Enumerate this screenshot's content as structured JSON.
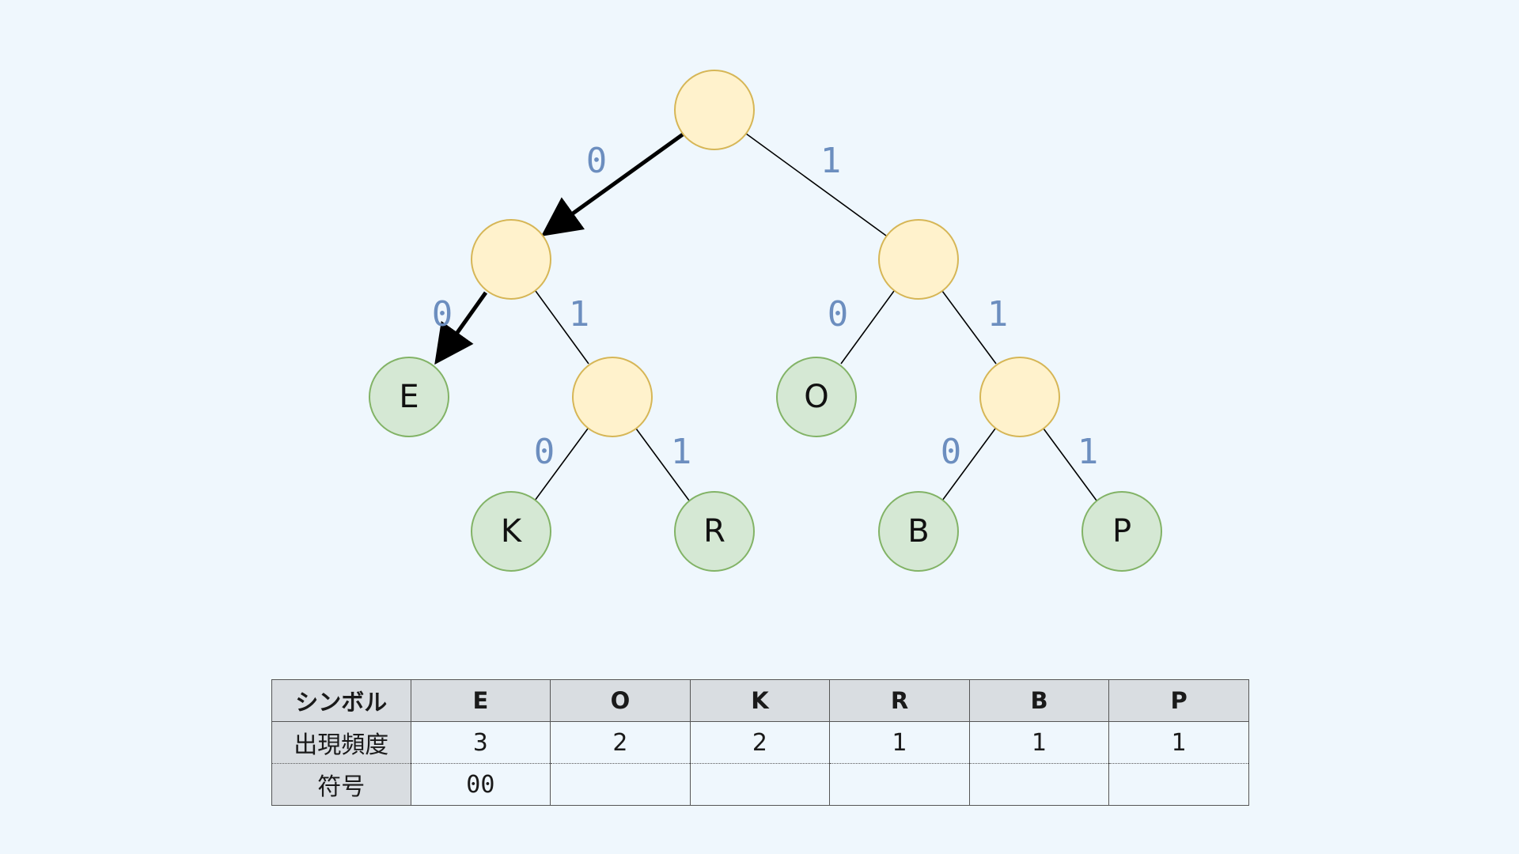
{
  "tree": {
    "edge_labels": {
      "root_left": "0",
      "root_right": "1",
      "n1_left": "0",
      "n1_right": "1",
      "n2_left": "0",
      "n2_right": "1",
      "n3_left": "0",
      "n3_right": "1",
      "n4_left": "0",
      "n4_right": "1"
    },
    "leaves": {
      "E": "E",
      "O": "O",
      "K": "K",
      "R": "R",
      "B": "B",
      "P": "P"
    },
    "highlighted_path": "00",
    "colors": {
      "internal_fill": "#fff2cc",
      "internal_stroke": "#d6b656",
      "leaf_fill": "#d5e8d4",
      "leaf_stroke": "#82b366",
      "edge_label": "#6c8ebf",
      "highlight_edge": "#000000"
    }
  },
  "table": {
    "row_headers": {
      "symbol": "シンボル",
      "frequency": "出現頻度",
      "code": "符号"
    },
    "columns": [
      {
        "symbol": "E",
        "frequency": "3",
        "code": "00"
      },
      {
        "symbol": "O",
        "frequency": "2",
        "code": ""
      },
      {
        "symbol": "K",
        "frequency": "2",
        "code": ""
      },
      {
        "symbol": "R",
        "frequency": "1",
        "code": ""
      },
      {
        "symbol": "B",
        "frequency": "1",
        "code": ""
      },
      {
        "symbol": "P",
        "frequency": "1",
        "code": ""
      }
    ]
  }
}
